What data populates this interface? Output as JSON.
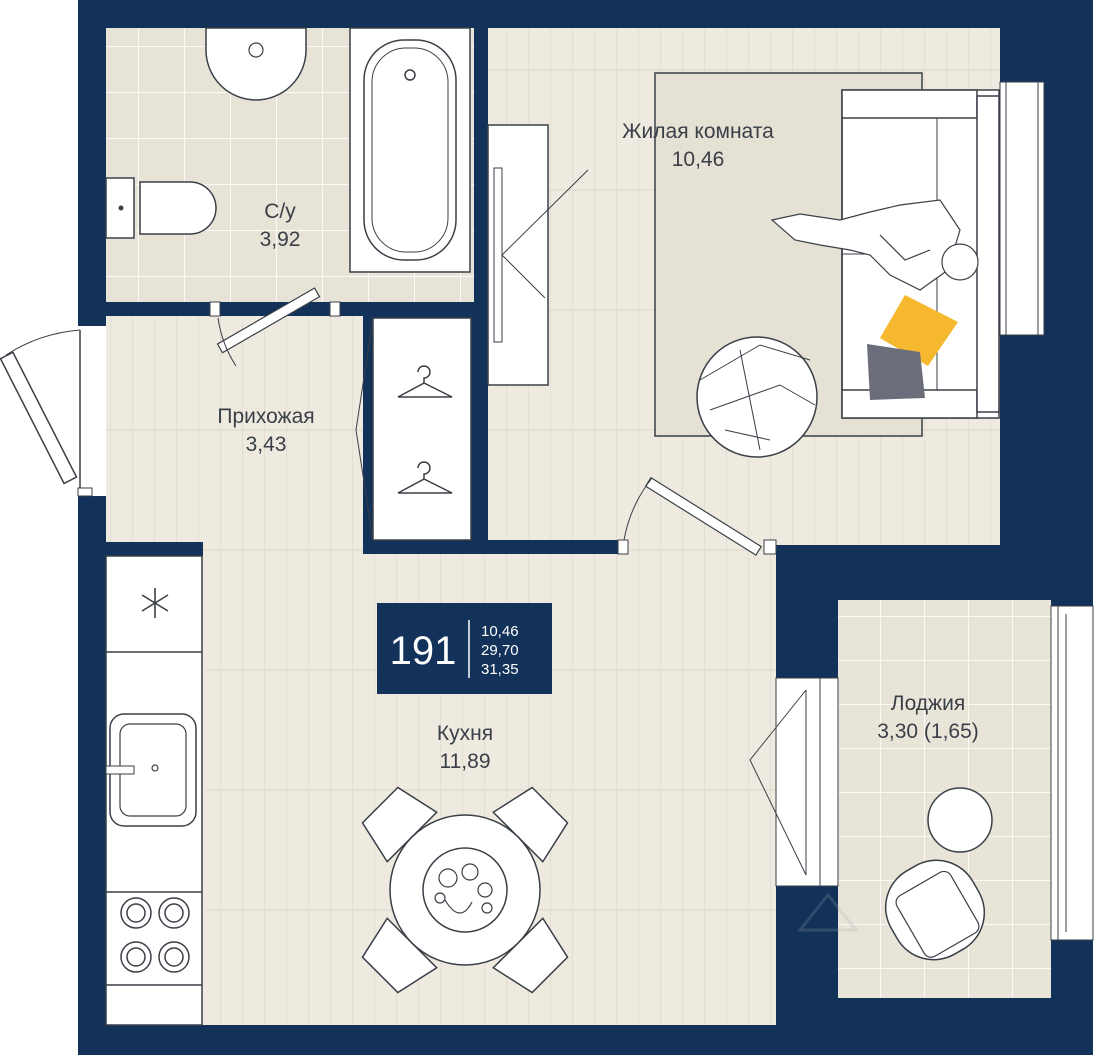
{
  "rooms": {
    "bathroom": {
      "name": "С/у",
      "area": "3,92"
    },
    "living": {
      "name": "Жилая комната",
      "area": "10,46"
    },
    "hallway": {
      "name": "Прихожая",
      "area": "3,43"
    },
    "kitchen": {
      "name": "Кухня",
      "area": "11,89"
    },
    "loggia": {
      "name": "Лоджия",
      "area": "3,30 (1,65)"
    }
  },
  "badge": {
    "number": "191",
    "living_area": "10,46",
    "total_area": "29,70",
    "total_with_loggia": "31,35"
  },
  "colors": {
    "wall": "#13325a",
    "floor_wood": "#eeeae0",
    "floor_tile": "#e8e3d7",
    "accent_yellow": "#f5b82e",
    "accent_gray": "#6b6e7a"
  }
}
